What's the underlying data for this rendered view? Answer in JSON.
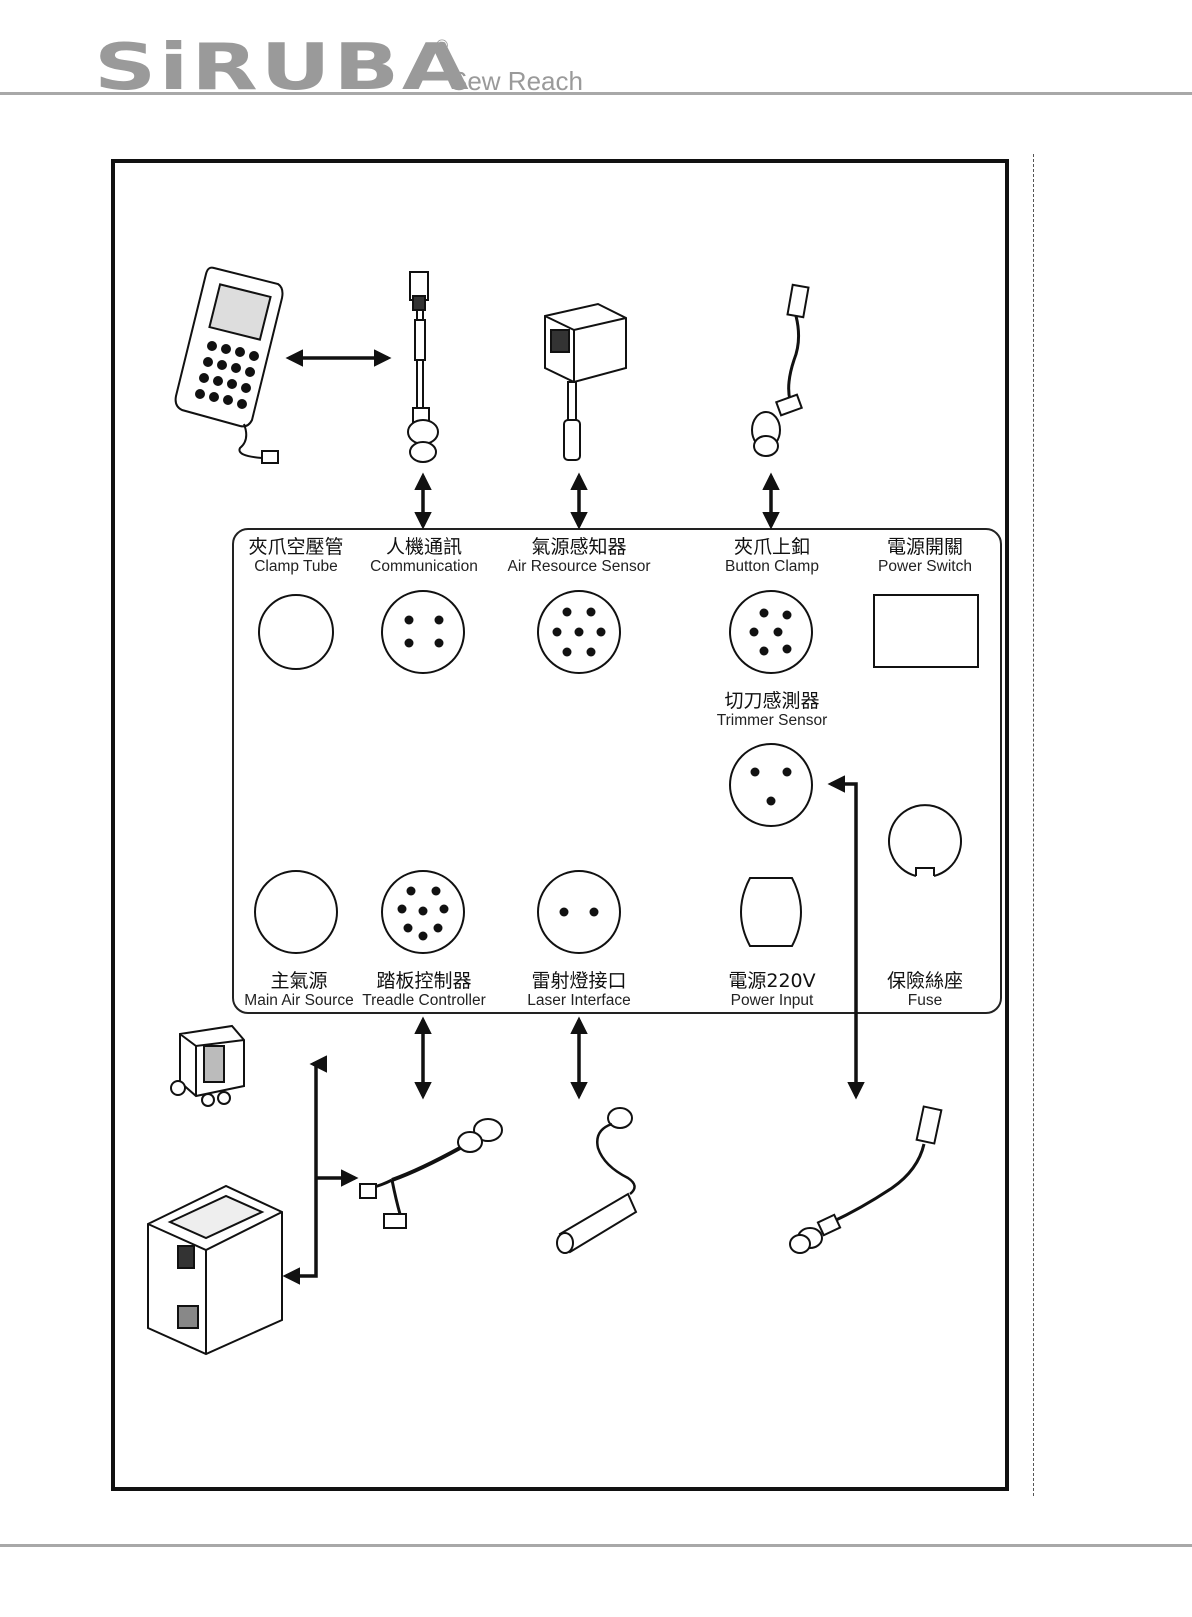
{
  "header": {
    "brand": "SiRUBA",
    "registered_mark": "®",
    "tagline": "Sew Reach"
  },
  "ports": {
    "clamp_tube": {
      "zh": "夾爪空壓管",
      "en": "Clamp Tube"
    },
    "communication": {
      "zh": "人機通訊",
      "en": "Communication"
    },
    "air_sensor": {
      "zh": "氣源感知器",
      "en": "Air Resource Sensor"
    },
    "button_clamp": {
      "zh": "夾爪上釦",
      "en": "Button Clamp"
    },
    "power_switch": {
      "zh": "電源開關",
      "en": "Power Switch"
    },
    "trimmer_sensor": {
      "zh": "切刀感測器",
      "en": "Trimmer Sensor"
    },
    "main_air": {
      "zh": "主氣源",
      "en": "Main Air Source"
    },
    "treadle": {
      "zh": "踏板控制器",
      "en": "Treadle Controller"
    },
    "laser": {
      "zh": "雷射燈接口",
      "en": "Laser Interface"
    },
    "power_input": {
      "zh": "電源220V",
      "en": "Power Input"
    },
    "fuse": {
      "zh": "保險絲座",
      "en": "Fuse"
    }
  },
  "colors": {
    "line": "#111111",
    "brand_gray": "#9a9a9a",
    "rule_gray": "#a8a8a8"
  }
}
